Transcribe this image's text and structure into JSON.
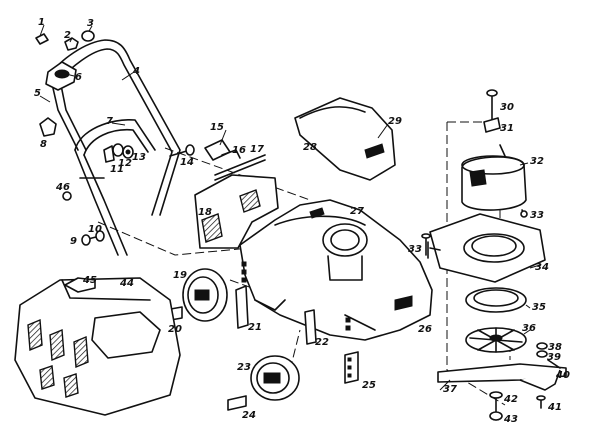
{
  "callouts": [
    {
      "id": "1",
      "label": "1"
    },
    {
      "id": "2",
      "label": "2"
    },
    {
      "id": "3",
      "label": "3"
    },
    {
      "id": "4",
      "label": "4"
    },
    {
      "id": "5",
      "label": "5"
    },
    {
      "id": "6",
      "label": "6"
    },
    {
      "id": "7",
      "label": "7"
    },
    {
      "id": "8",
      "label": "8"
    },
    {
      "id": "9",
      "label": "9"
    },
    {
      "id": "10",
      "label": "10"
    },
    {
      "id": "11",
      "label": "11"
    },
    {
      "id": "12",
      "label": "12"
    },
    {
      "id": "13",
      "label": "13"
    },
    {
      "id": "14",
      "label": "14"
    },
    {
      "id": "15",
      "label": "15"
    },
    {
      "id": "16",
      "label": "16"
    },
    {
      "id": "17",
      "label": "17"
    },
    {
      "id": "18",
      "label": "18"
    },
    {
      "id": "19",
      "label": "19"
    },
    {
      "id": "20",
      "label": "20"
    },
    {
      "id": "21",
      "label": "21"
    },
    {
      "id": "22",
      "label": "22"
    },
    {
      "id": "23",
      "label": "23"
    },
    {
      "id": "24",
      "label": "24"
    },
    {
      "id": "25",
      "label": "25"
    },
    {
      "id": "26",
      "label": "26"
    },
    {
      "id": "27",
      "label": "27"
    },
    {
      "id": "28",
      "label": "28"
    },
    {
      "id": "29",
      "label": "29"
    },
    {
      "id": "30",
      "label": "30"
    },
    {
      "id": "31",
      "label": "31"
    },
    {
      "id": "32",
      "label": "32"
    },
    {
      "id": "33a",
      "label": "33"
    },
    {
      "id": "33b",
      "label": "33"
    },
    {
      "id": "34",
      "label": "34"
    },
    {
      "id": "35",
      "label": "35"
    },
    {
      "id": "36",
      "label": "36"
    },
    {
      "id": "37",
      "label": "37"
    },
    {
      "id": "38",
      "label": "38"
    },
    {
      "id": "39",
      "label": "39"
    },
    {
      "id": "40",
      "label": "40"
    },
    {
      "id": "41",
      "label": "41"
    },
    {
      "id": "42",
      "label": "42"
    },
    {
      "id": "43",
      "label": "43"
    },
    {
      "id": "44",
      "label": "44"
    },
    {
      "id": "45",
      "label": "45"
    },
    {
      "id": "46",
      "label": "46"
    }
  ]
}
